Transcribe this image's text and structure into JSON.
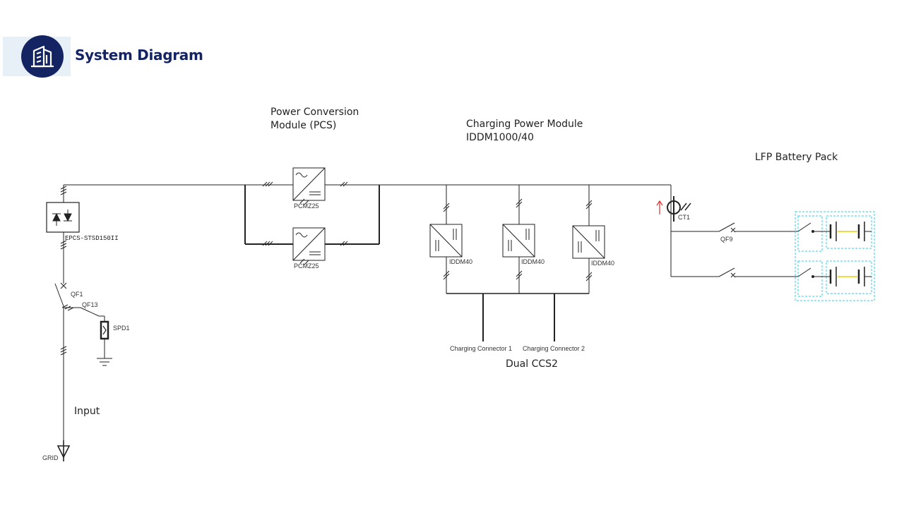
{
  "header": {
    "title": "System Diagram",
    "logo_icon": "building-icon",
    "accent_color": "#142462",
    "band_color": "#e8f0f7"
  },
  "labels": {
    "pcs_title_line1": "Power Conversion",
    "pcs_title_line2": "Module (PCS)",
    "cpm_title_line1": "Charging Power Module",
    "cpm_title_line2": "IDDM1000/40",
    "battery_title": "LFP Battery Pack",
    "input": "Input",
    "dual_ccs2": "Dual CCS2"
  },
  "components": {
    "sts": "EPCS-STSD150II",
    "qf1": "QF1",
    "qf13": "QF13",
    "spd": "SPD1",
    "grid": "GRID",
    "pcs_top": "PCMZ25",
    "pcs_bottom": "PCMZ25",
    "iddm": [
      "IDDM40",
      "IDDM40",
      "IDDM40"
    ],
    "connector1": "Charging Connector 1",
    "connector2": "Charging Connector 2",
    "ct": "CT1",
    "qf9": "QF9"
  },
  "colors": {
    "wire": "#222222",
    "battery_frame": "#33ccee",
    "battery_link": "#e8d000",
    "ct_arrow": "#e03030"
  }
}
